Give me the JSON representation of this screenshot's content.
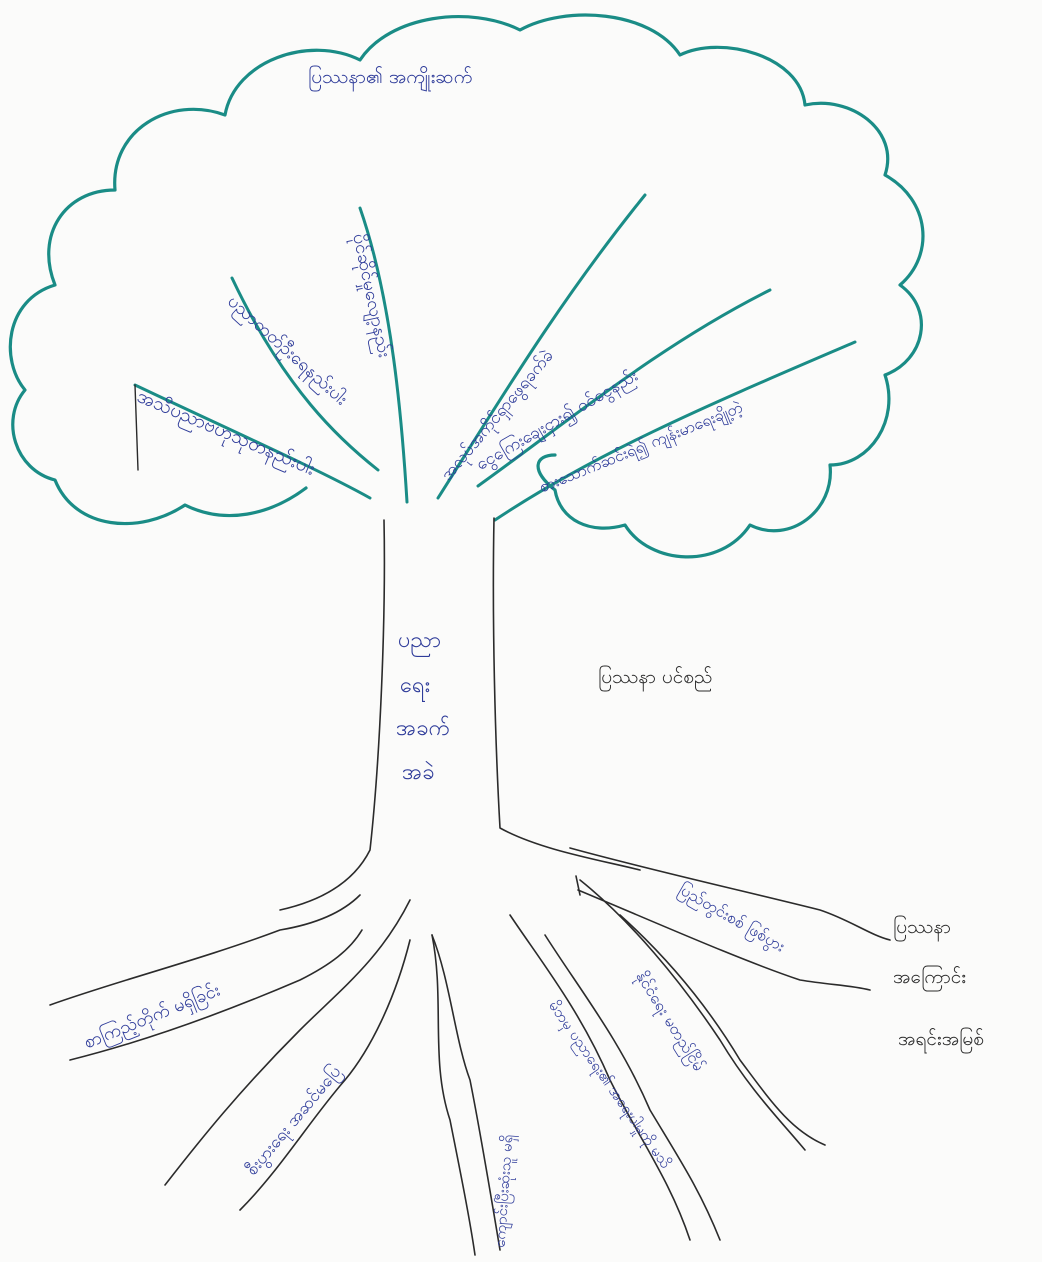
{
  "colors": {
    "canopy_outline": "#1a8c86",
    "branch_lines": "#1a8c86",
    "trunk_and_roots": "#2b2b2b",
    "label_ink": "#2f3c9a",
    "side_label_ink": "#2b2b2b"
  },
  "canopy": {
    "title": "ပြဿနာ၏ အကျိုးဆက်"
  },
  "branches": [
    "အသိပညာဗဟုသုတနည်းပါး",
    "ပညာတတ်ဦးရေနည်းပါး",
    "ပိုင်ဆိုင်မှုလျော့နည်း",
    "အလုပ်အကိုင်ရှာဖွေရခက်ခဲ",
    "ငွေကြေးချေးငှား၍ ဝင်ငွေနည်း",
    "စားသောက်ဆင်းရဲ၍ ကျန်းမာရေးချို့တဲ့"
  ],
  "trunk": {
    "lines": [
      "ပညာ",
      "ရေး",
      "အခက်",
      "အခဲ"
    ]
  },
  "side_labels": {
    "problem_stem": "ပြဿနာ ပင်စည်",
    "root_cause": [
      "ပြဿနာ",
      "အကြောင်း",
      "အရင်းအမြစ်"
    ]
  },
  "roots": [
    "စာကြည့်တိုက် မရှိခြင်း",
    "စီးပွားရေး အဆင်မပြေ",
    "ကျောင်းပြီးဆုံးသူ မရှိ",
    "မိဘမှ ပညာရေး၏ အရေးပါမှုကို မသိ",
    "နိုင်ငံရေး မတည်ငြိမ်",
    "ပြည်တွင်းစစ် ဖြစ်ပွား"
  ]
}
